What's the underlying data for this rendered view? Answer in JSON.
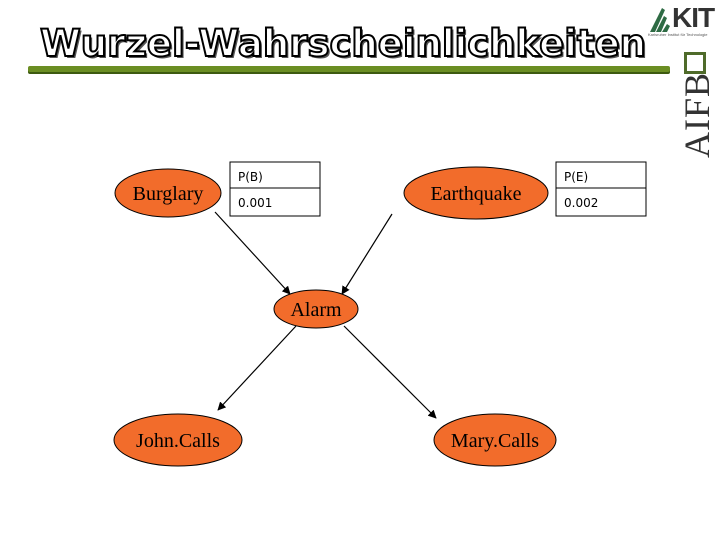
{
  "slide": {
    "title": "Wurzel-Wahrscheinlichkeiten",
    "logos": {
      "kit": "KIT",
      "kit_sub": "Karlsruher Institut für Technologie",
      "aifb": "AIFB"
    }
  },
  "colors": {
    "node_fill": "#f26c2b",
    "node_stroke": "#000000",
    "accent_rule": "#6b8e23"
  },
  "nodes": {
    "burglary": "Burglary",
    "earthquake": "Earthquake",
    "alarm": "Alarm",
    "john": "John.Calls",
    "mary": "Mary.Calls"
  },
  "cpt": {
    "burglary": {
      "header": "P(B)",
      "value": "0.001"
    },
    "earthquake": {
      "header": "P(E)",
      "value": "0.002"
    }
  },
  "edges": [
    {
      "from": "burglary",
      "to": "alarm"
    },
    {
      "from": "earthquake",
      "to": "alarm"
    },
    {
      "from": "alarm",
      "to": "john"
    },
    {
      "from": "alarm",
      "to": "mary"
    }
  ]
}
